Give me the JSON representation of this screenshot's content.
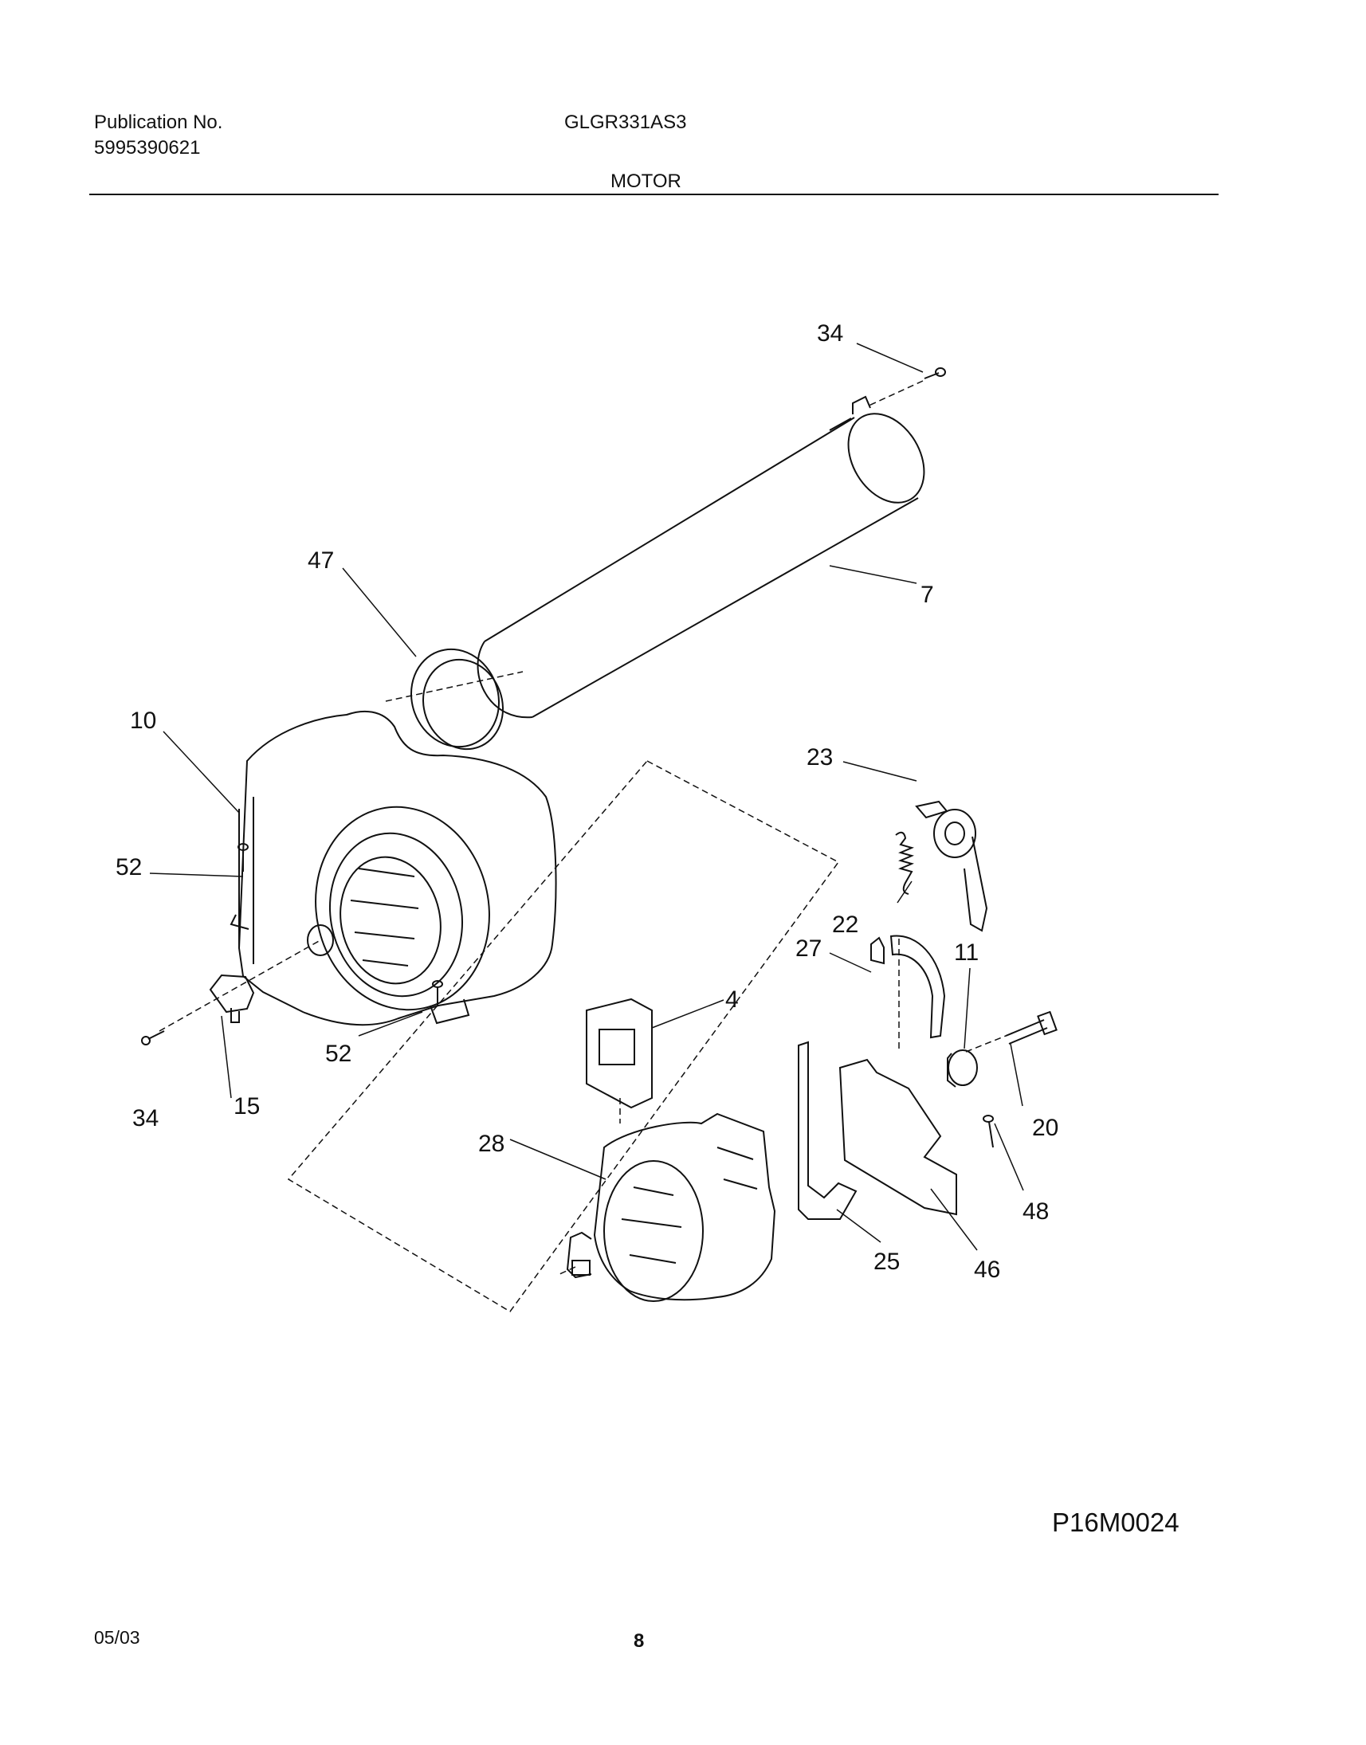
{
  "header": {
    "publication_label": "Publication No.",
    "publication_number": "5995390621",
    "model": "GLGR331AS3",
    "section_title": "MOTOR"
  },
  "callouts": {
    "c34_top": "34",
    "c47": "47",
    "c7": "7",
    "c10": "10",
    "c23": "23",
    "c52_left": "52",
    "c22": "22",
    "c27": "27",
    "c11": "11",
    "c4": "4",
    "c52_bottom": "52",
    "c34_bottom": "34",
    "c15": "15",
    "c20": "20",
    "c28": "28",
    "c48": "48",
    "c25": "25",
    "c46": "46"
  },
  "footer": {
    "drawing_code": "P16M0024",
    "date": "05/03",
    "page_number": "8"
  }
}
